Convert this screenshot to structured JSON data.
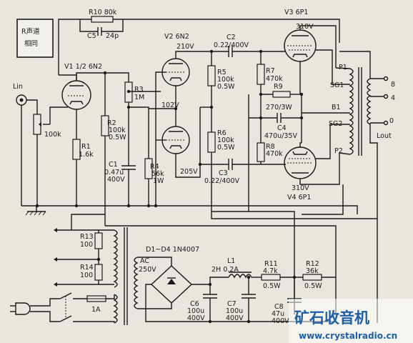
{
  "note_box": {
    "line1": "R声道",
    "line2": "相同"
  },
  "tubes": {
    "v1": "V1 1/2 6N2",
    "v2": "V2 6N2",
    "v3": "V3 6P1",
    "v4": "V4 6P1"
  },
  "components": {
    "r10": "R10 80k",
    "c5": "C5",
    "c5_val": "24p",
    "c2": "C2",
    "c2_val": "0.22/400V",
    "r3": "R3",
    "r3_val": "1M",
    "r5": "R5",
    "r5_val1": "100k",
    "r5_val2": "0.5W",
    "r7": "R7",
    "r7_val": "470k",
    "r9": "R9",
    "r9_val": "270/3W",
    "c4": "C4",
    "c4_val": "470u/35V",
    "r8": "R8",
    "r8_val": "470k",
    "r6": "R6",
    "r6_val1": "100k",
    "r6_val2": "0.5W",
    "c3": "C3",
    "c3_val": "0.22/400V",
    "r1": "R1",
    "r1_val": "1.6k",
    "r2": "R2",
    "r2_val1": "100k",
    "r2_val2": "0.5W",
    "c1": "C1",
    "c1_val1": "0.47u",
    "c1_val2": "400V",
    "r4": "R4",
    "r4_val1": "56k",
    "r4_val2": "1W",
    "pot": "100k",
    "r13": "R13",
    "r13_val": "100",
    "r14": "R14",
    "r14_val": "100",
    "fuse": "1A",
    "diodes": "D1~D4 1N4007",
    "ac": "AC",
    "ac_val": "250V",
    "l1": "L1",
    "l1_val": "2H  0.2A",
    "r11": "R11",
    "r11_val1": "4.7k",
    "r11_val2": "0.5W",
    "r12": "R12",
    "r12_val1": "36k",
    "r12_val2": "0.5W",
    "c6": "C6",
    "c6_val1": "100u",
    "c6_val2": "400V",
    "c7": "C7",
    "c7_val1": "100u",
    "c7_val2": "400V",
    "c8": "C8",
    "c8_val1": "47u",
    "c8_val2": "400V"
  },
  "voltages": {
    "v2_top": "210V",
    "v2_mid": "102V",
    "v2_bot": "205V",
    "v3": "310V",
    "v4": "310V"
  },
  "transformer": {
    "p1": "P1",
    "sg1": "SG1",
    "b1": "B1",
    "sg2": "SG2",
    "p2": "P2",
    "out8": "8",
    "out4": "4",
    "out0": "0",
    "lout": "Lout"
  },
  "input": {
    "label": "Lin"
  },
  "watermark": {
    "title": "矿石收音机",
    "url": "www.crystalradio.cn"
  }
}
